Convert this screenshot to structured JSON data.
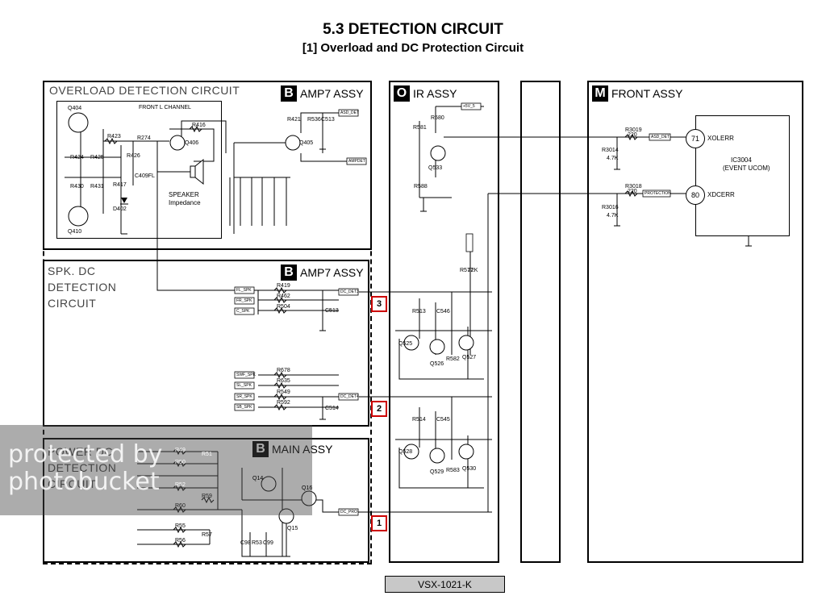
{
  "title": "5.3  DETECTION CIRCUIT",
  "subtitle": "[1] Overload and DC Protection Circuit",
  "blocks": {
    "overload": {
      "section": "OVERLOAD DETECTION CIRCUIT",
      "letter": "B",
      "assy": "AMP7 ASSY",
      "inner": "FRONT L CHANNEL"
    },
    "spk_dc": {
      "section_lines": [
        "SPK. DC",
        "DETECTION",
        "CIRCUIT"
      ],
      "letter": "B",
      "assy": "AMP7 ASSY"
    },
    "power_dc": {
      "section_lines": [
        "POWER DC",
        "DETECTION",
        "CIRCUIT"
      ],
      "letter": "B",
      "assy": "MAIN ASSY"
    },
    "ir": {
      "letter": "O",
      "assy": "IR ASSY"
    },
    "front": {
      "letter": "M",
      "assy": "FRONT ASSY"
    }
  },
  "markers": [
    "3",
    "2",
    "1"
  ],
  "ic": {
    "name": "IC3004",
    "sub": "(EVENT UCOM)",
    "pin71": "71",
    "pin80": "80",
    "xolerr": "XOLERR",
    "xdcerr": "XDCERR"
  },
  "labels": {
    "speaker": "SPEAKER",
    "impedance": "Impedance",
    "q404": "Q404",
    "q410": "Q410",
    "q406": "Q406",
    "q405": "Q405",
    "r423": "R423",
    "r424": "R424",
    "r425": "R425",
    "r426": "R426",
    "r430": "R430",
    "r431": "R431",
    "r274": "R274",
    "r416": "R416",
    "r417": "R417",
    "d402": "D402",
    "c409fl": "C409FL",
    "r421": "R421",
    "r536": "R536",
    "c513a": "C513",
    "r581": "R581",
    "r580": "R580",
    "r588": "R588",
    "q533": "Q533",
    "r3019": "R3019",
    "r3019v": "220",
    "r3018": "R3018",
    "r3018v": "220",
    "r3014": "R3014",
    "r3014v": "4.7K",
    "r3016": "R3016",
    "r3016v": "4.7K",
    "r419": "R419",
    "r462": "R462",
    "r504": "R504",
    "c513": "C513",
    "r513": "R513",
    "c546": "C546",
    "q525": "Q525",
    "q526": "Q526",
    "r582": "R582",
    "q527": "Q527",
    "r577": "R577",
    "r577v": "22K",
    "r678": "R678",
    "r635": "R635",
    "r549": "R549",
    "r592": "R592",
    "c514": "C514",
    "r514": "R514",
    "c545": "C545",
    "q528": "Q528",
    "q529": "Q529",
    "r583": "R583",
    "q530": "Q530",
    "r49": "R49",
    "r50": "R50",
    "r51": "R51",
    "r52": "R52",
    "r59": "R59",
    "r60": "R60",
    "r55": "R55",
    "r56": "R56",
    "r57": "R57",
    "r53": "R53",
    "c98": "C98",
    "c99": "C99",
    "q14": "Q14",
    "q15": "Q15",
    "q16": "Q16",
    "asd_det": "ASD_DET",
    "amp_det": "AMPDET",
    "dc_det": "DC_DET",
    "protection": "PROTECTION",
    "h4_5v": "+5V_5",
    "dc_det3": "DC_DET3",
    "dc_det4": "DC_DET4",
    "dc_pro": "DC_PRO",
    "fl_spk": "FL_SPK",
    "fr_spk": "FR_SPK",
    "c_spk": "C_SPK",
    "swf_spk": "SWF_SPK",
    "sl_spk": "SL_SPK",
    "sr_spk": "SR_SPK",
    "sb_spk": "SB_SPK"
  },
  "model": "VSX-1021-K",
  "watermark": {
    "line1": "protected by",
    "line2": "photobucket"
  }
}
